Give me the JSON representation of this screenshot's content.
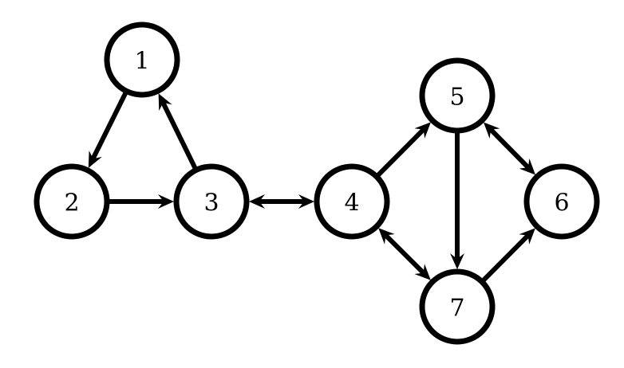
{
  "diagram": {
    "type": "directed-graph",
    "colors": {
      "stroke": "#000000",
      "fill": "#ffffff",
      "text": "#000000"
    },
    "nodes": [
      {
        "id": "1",
        "label": "1"
      },
      {
        "id": "2",
        "label": "2"
      },
      {
        "id": "3",
        "label": "3"
      },
      {
        "id": "4",
        "label": "4"
      },
      {
        "id": "5",
        "label": "5"
      },
      {
        "id": "6",
        "label": "6"
      },
      {
        "id": "7",
        "label": "7"
      }
    ],
    "edges": [
      {
        "from": "1",
        "to": "2",
        "bidirectional": false
      },
      {
        "from": "2",
        "to": "3",
        "bidirectional": false
      },
      {
        "from": "3",
        "to": "1",
        "bidirectional": false
      },
      {
        "from": "3",
        "to": "4",
        "bidirectional": true
      },
      {
        "from": "4",
        "to": "5",
        "bidirectional": false
      },
      {
        "from": "5",
        "to": "6",
        "bidirectional": true
      },
      {
        "from": "5",
        "to": "7",
        "bidirectional": false
      },
      {
        "from": "4",
        "to": "7",
        "bidirectional": true
      },
      {
        "from": "7",
        "to": "6",
        "bidirectional": false
      }
    ]
  }
}
